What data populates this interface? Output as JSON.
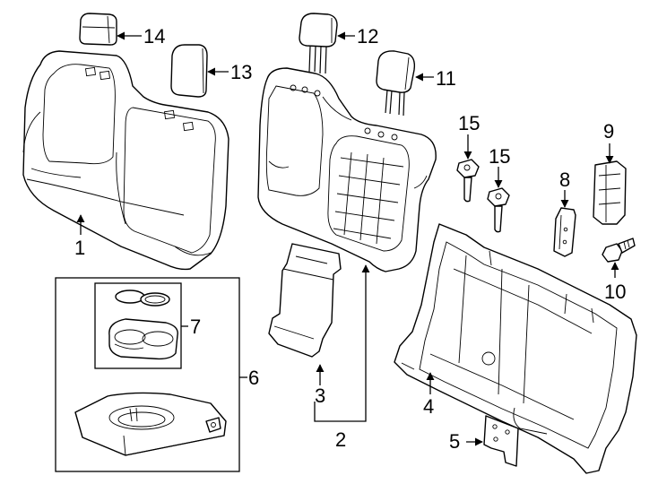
{
  "callouts": {
    "c1": "1",
    "c2": "2",
    "c3": "3",
    "c4": "4",
    "c5": "5",
    "c6": "6",
    "c7": "7",
    "c8": "8",
    "c9": "9",
    "c10": "10",
    "c11": "11",
    "c12": "12",
    "c13": "13",
    "c14": "14",
    "c15a": "15",
    "c15b": "15"
  }
}
